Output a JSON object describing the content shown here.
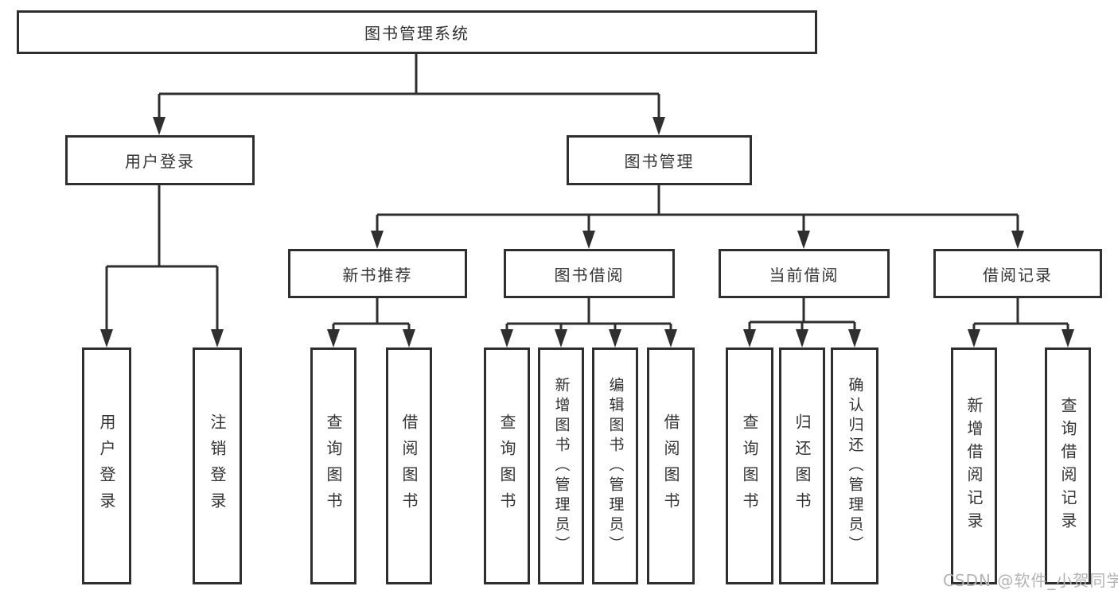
{
  "tree": {
    "root": {
      "label": "图书管理系统"
    },
    "branches": [
      {
        "label": "用户登录",
        "children": [
          {
            "label": "用户登录"
          },
          {
            "label": "注销登录"
          }
        ]
      },
      {
        "label": "图书管理",
        "children": [
          {
            "label": "新书推荐",
            "children": [
              {
                "label": "查询图书"
              },
              {
                "label": "借阅图书"
              }
            ]
          },
          {
            "label": "图书借阅",
            "children": [
              {
                "label": "查询图书"
              },
              {
                "label": "新增图书（管理员）"
              },
              {
                "label": "编辑图书（管理员）"
              },
              {
                "label": "借阅图书"
              }
            ]
          },
          {
            "label": "当前借阅",
            "children": [
              {
                "label": "查询图书"
              },
              {
                "label": "归还图书"
              },
              {
                "label": "确认归还（管理员）"
              }
            ]
          },
          {
            "label": "借阅记录",
            "children": [
              {
                "label": "新增借阅记录"
              },
              {
                "label": "查询借阅记录"
              }
            ]
          }
        ]
      }
    ]
  },
  "watermark": {
    "text": "CSDN @软件_小贺同学"
  },
  "colors": {
    "line": "#2f2f2f",
    "box_border": "#2f2f2f",
    "text": "#333333",
    "background": "#ffffff",
    "watermark": "#b3b3b3"
  }
}
